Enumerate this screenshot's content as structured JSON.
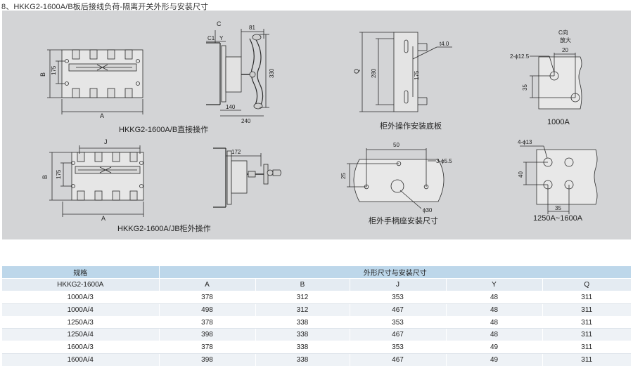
{
  "heading": "8、HKKG2-1600A/B板后接线负荷-隔离开关外形与安装尺寸",
  "captions": {
    "front_b": "HKKG2-1600A/B直接操作",
    "front_jb": "HKKG2-1600A/JB柜外操作",
    "base_plate": "柜外操作安装底板",
    "handle_base": "柜外手柄座安装尺寸",
    "c_1000": "1000A",
    "c_1250": "1250A~1600A"
  },
  "dims": {
    "A": "A",
    "B": "B",
    "J": "J",
    "C": "C",
    "Y": "Y",
    "Q": "Q",
    "c1": "C1",
    "v175": "175",
    "v81": "81",
    "v330": "330",
    "v140": "140",
    "v240": "240",
    "v280": "280",
    "t40": "t4.0",
    "v172": "172",
    "v50": "50",
    "v25": "25",
    "hole55": "3-ϕ5.5",
    "d30": "ϕ30",
    "c_dir": "C向",
    "enlarge": "放大",
    "v20": "20",
    "hole125": "2-ϕ12.5",
    "v35": "35",
    "hole13": "4-ϕ13",
    "v40": "40"
  },
  "table": {
    "spec_label": "规格",
    "dims_label": "外形尺寸与安装尺寸",
    "model": "HKKG2-1600A",
    "cols": [
      "A",
      "B",
      "J",
      "Y",
      "Q"
    ],
    "rows": [
      {
        "spec": "1000A/3",
        "values": [
          "378",
          "312",
          "353",
          "48",
          "311"
        ]
      },
      {
        "spec": "1000A/4",
        "values": [
          "498",
          "312",
          "467",
          "48",
          "311"
        ]
      },
      {
        "spec": "1250A/3",
        "values": [
          "378",
          "338",
          "353",
          "48",
          "311"
        ]
      },
      {
        "spec": "1250A/4",
        "values": [
          "398",
          "338",
          "467",
          "48",
          "311"
        ]
      },
      {
        "spec": "1600A/3",
        "values": [
          "378",
          "338",
          "353",
          "49",
          "311"
        ]
      },
      {
        "spec": "1600A/4",
        "values": [
          "398",
          "338",
          "467",
          "49",
          "311"
        ]
      }
    ]
  }
}
